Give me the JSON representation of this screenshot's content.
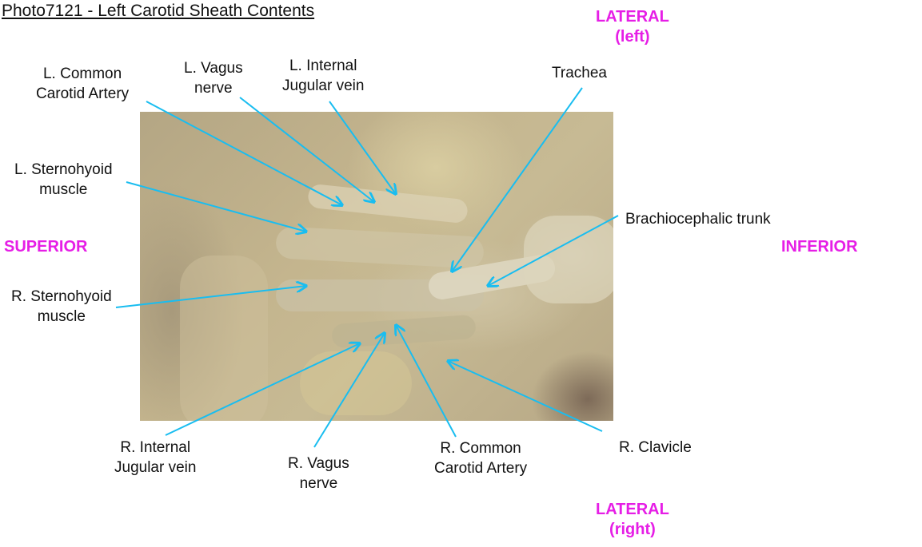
{
  "title": "Photo7121 - Left Carotid Sheath Contents",
  "orientation": {
    "lateral_left": {
      "line1": "LATERAL",
      "line2": "(left)"
    },
    "lateral_right": {
      "line1": "LATERAL",
      "line2": "(right)"
    },
    "superior": "SUPERIOR",
    "inferior": "INFERIOR"
  },
  "labels": {
    "l_common_carotid": {
      "line1": "L. Common",
      "line2": "Carotid Artery"
    },
    "l_vagus": {
      "line1": "L. Vagus",
      "line2": "nerve"
    },
    "l_internal_jugular": {
      "line1": "L. Internal",
      "line2": "Jugular vein"
    },
    "trachea": {
      "line1": "Trachea"
    },
    "l_sternohyoid": {
      "line1": "L. Sternohyoid",
      "line2": "muscle"
    },
    "brachiocephalic": {
      "line1": "Brachiocephalic trunk"
    },
    "r_sternohyoid": {
      "line1": "R. Sternohyoid",
      "line2": "muscle"
    },
    "r_internal_jugular": {
      "line1": "R. Internal",
      "line2": "Jugular vein"
    },
    "r_vagus": {
      "line1": "R. Vagus",
      "line2": "nerve"
    },
    "r_common_carotid": {
      "line1": "R. Common",
      "line2": "Carotid Artery"
    },
    "r_clavicle": {
      "line1": "R. Clavicle"
    }
  },
  "colors": {
    "arrow": "#19bdf0",
    "orientation": "#e61ee6"
  }
}
